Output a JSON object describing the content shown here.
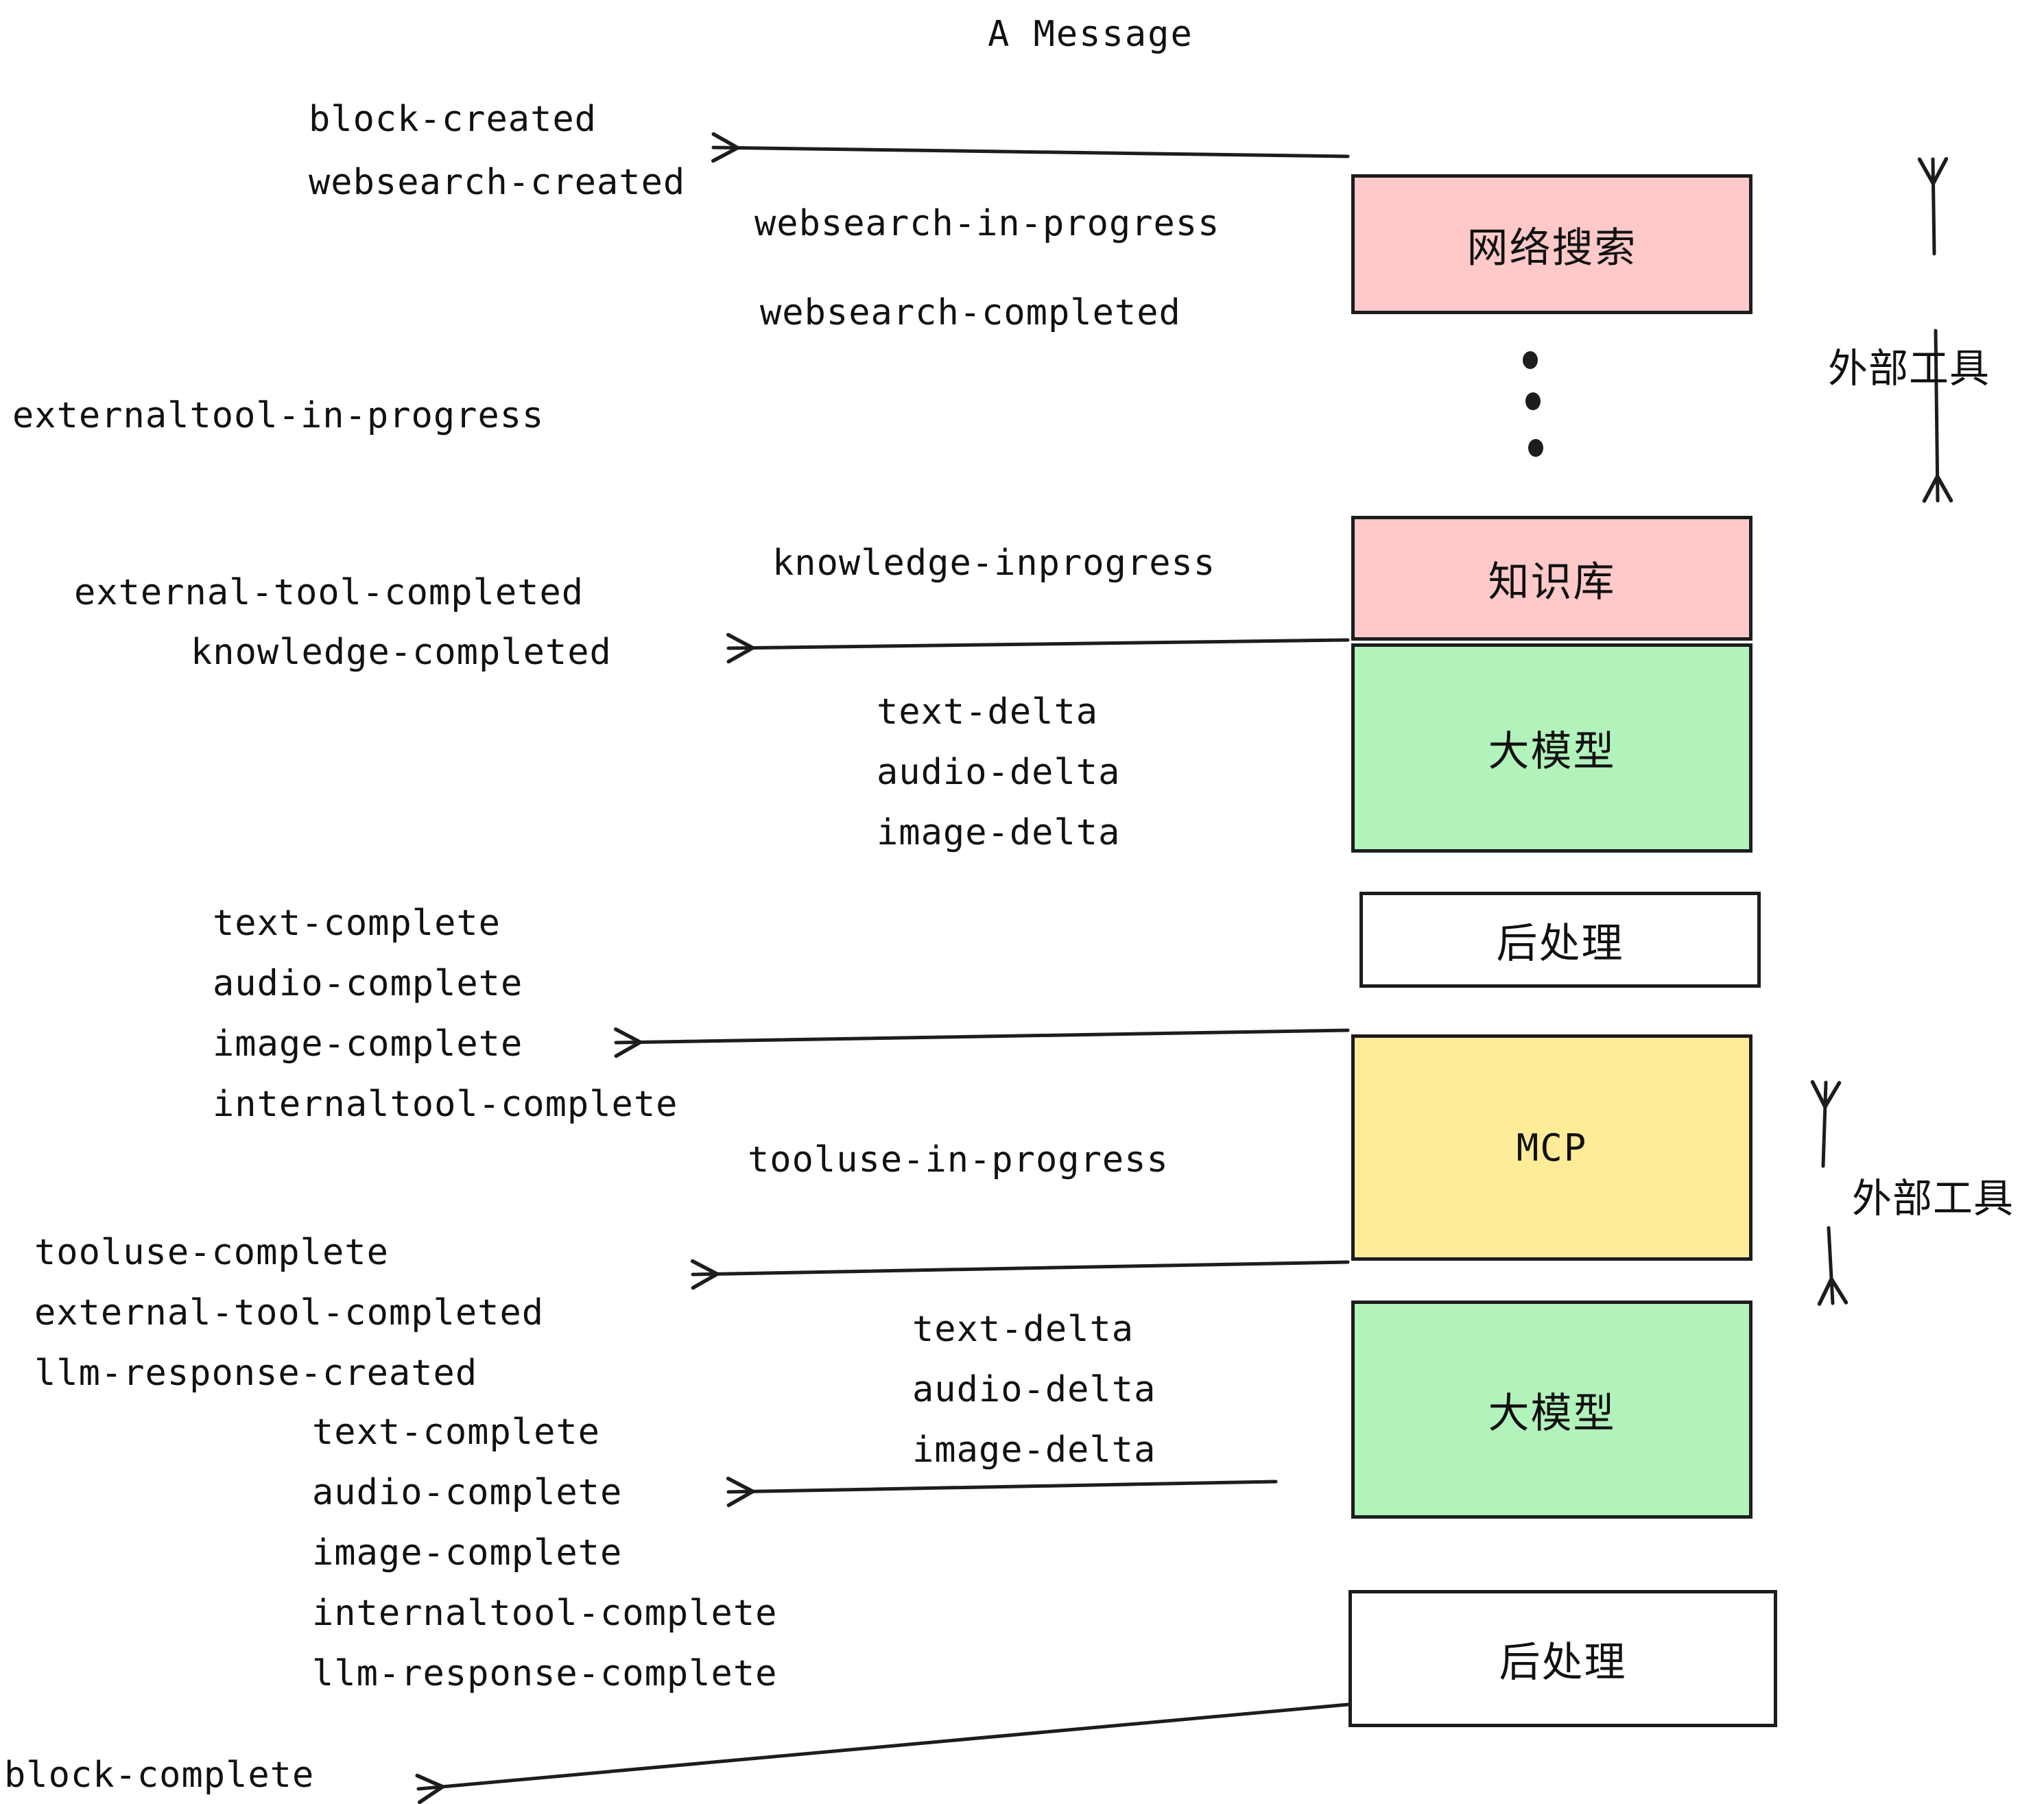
{
  "title": "A Message",
  "nodes": [
    {
      "id": "websearch",
      "label": "网络搜索",
      "color": "#FFC9C9",
      "mono": false
    },
    {
      "id": "knowledge",
      "label": "知识库",
      "color": "#FFC9C9",
      "mono": false
    },
    {
      "id": "llm-1",
      "label": "大模型",
      "color": "#B2F2BB",
      "mono": false
    },
    {
      "id": "post-1",
      "label": "后处理",
      "color": "#FFFFFF",
      "mono": false
    },
    {
      "id": "mcp",
      "label": "MCP",
      "color": "#FFEC99",
      "mono": true
    },
    {
      "id": "llm-2",
      "label": "大模型",
      "color": "#B2F2BB",
      "mono": false
    },
    {
      "id": "post-2",
      "label": "后处理",
      "color": "#FFFFFF",
      "mono": false
    }
  ],
  "side_labels": [
    {
      "id": "external-tools-top",
      "label": "外部工具"
    },
    {
      "id": "external-tools-bottom",
      "label": "外部工具"
    }
  ],
  "events": [
    {
      "id": "block-created",
      "text": "block-created"
    },
    {
      "id": "websearch-created",
      "text": "websearch-created"
    },
    {
      "id": "websearch-in-progress",
      "text": "websearch-in-progress"
    },
    {
      "id": "websearch-completed",
      "text": "websearch-completed"
    },
    {
      "id": "externaltool-in-progress",
      "text": "externaltool-in-progress"
    },
    {
      "id": "knowledge-inprogress",
      "text": "knowledge-inprogress"
    },
    {
      "id": "external-tool-completed-1",
      "text": "external-tool-completed"
    },
    {
      "id": "knowledge-completed",
      "text": "knowledge-completed"
    },
    {
      "id": "text-delta-1",
      "text": "text-delta"
    },
    {
      "id": "audio-delta-1",
      "text": "audio-delta"
    },
    {
      "id": "image-delta-1",
      "text": "image-delta"
    },
    {
      "id": "text-complete-1",
      "text": "text-complete"
    },
    {
      "id": "audio-complete-1",
      "text": "audio-complete"
    },
    {
      "id": "image-complete-1",
      "text": "image-complete"
    },
    {
      "id": "internaltool-complete-1",
      "text": "internaltool-complete"
    },
    {
      "id": "tooluse-in-progress",
      "text": "tooluse-in-progress"
    },
    {
      "id": "tooluse-complete",
      "text": "tooluse-complete"
    },
    {
      "id": "external-tool-completed-2",
      "text": "external-tool-completed"
    },
    {
      "id": "llm-response-created",
      "text": "llm-response-created"
    },
    {
      "id": "text-delta-2",
      "text": "text-delta"
    },
    {
      "id": "audio-delta-2",
      "text": "audio-delta"
    },
    {
      "id": "image-delta-2",
      "text": "image-delta"
    },
    {
      "id": "text-complete-2",
      "text": "text-complete"
    },
    {
      "id": "audio-complete-2",
      "text": "audio-complete"
    },
    {
      "id": "image-complete-2",
      "text": "image-complete"
    },
    {
      "id": "internaltool-complete-2",
      "text": "internaltool-complete"
    },
    {
      "id": "llm-response-complete",
      "text": "llm-response-complete"
    },
    {
      "id": "block-complete",
      "text": "block-complete"
    }
  ],
  "colors": {
    "pink": "#FFC9C9",
    "green": "#B2F2BB",
    "yellow": "#FFEC99",
    "white": "#FFFFFF",
    "stroke": "#1d1d1d",
    "background": "#FFFFFF"
  }
}
